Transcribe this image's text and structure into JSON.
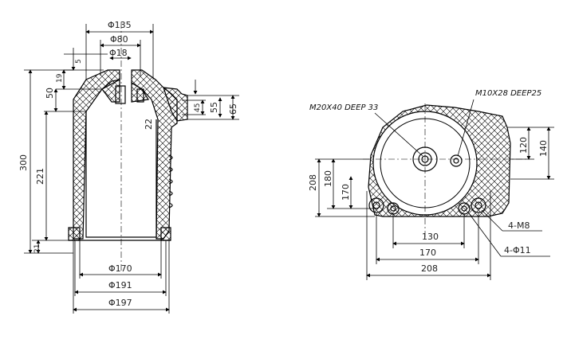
{
  "front_view": {
    "dia_135": "Φ135",
    "dia_80": "Φ80",
    "dia_18": "Φ18",
    "dim_5": "5",
    "dim_19": "19",
    "dim_50": "50",
    "dim_300": "300",
    "dim_221": "221",
    "dim_21": "21",
    "dim_45": "45",
    "dim_55": "55",
    "dim_65": "65",
    "dim_22": "22",
    "dia_170": "Φ170",
    "dia_191": "Φ191",
    "dia_197": "Φ197"
  },
  "top_view": {
    "note_m20": "M20X40 DEEP 33",
    "note_m10": "M10X28 DEEP25",
    "dim_120": "120",
    "dim_140": "140",
    "dim_208v": "208",
    "dim_180": "180",
    "dim_170v": "170",
    "dim_130": "130",
    "dim_170h": "170",
    "dim_208h": "208",
    "holes_m8": "4-M8",
    "holes_d11": "4-Φ11"
  }
}
